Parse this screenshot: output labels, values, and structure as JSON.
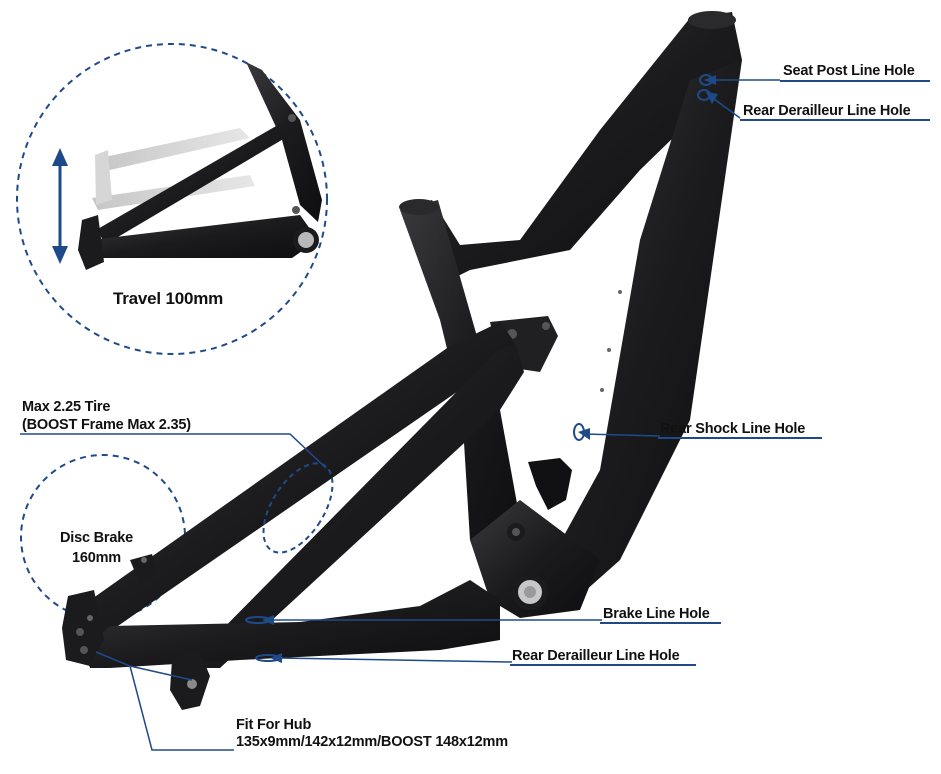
{
  "colors": {
    "frame": "#1b1b1d",
    "frame_highlight": "#3a3a3e",
    "leader_line": "#1f4a8a",
    "dashed_circle": "#1f4a8a",
    "travel_arrow": "#1f4a8a",
    "text": "#111111",
    "background": "#ffffff"
  },
  "icons": {
    "travel_arrow": "double-headed-vertical-arrow-icon",
    "bottom_bracket": "bottom-bracket-shell-icon",
    "cable_port": "cable-port-icon"
  },
  "callouts": {
    "seat_post_line_hole": "Seat Post Line Hole",
    "rear_derailleur_line_hole_top": "Rear Derailleur Line Hole",
    "rear_shock_line_hole": "Rear Shock Line Hole",
    "brake_line_hole": "Brake Line Hole",
    "rear_derailleur_line_hole_bottom": "Rear Derailleur Line Hole",
    "tire_line1": "Max 2.25 Tire",
    "tire_line2": "(BOOST Frame Max 2.35)",
    "disc_brake_line1": "Disc  Brake",
    "disc_brake_line2": "160mm",
    "hub_line1": "Fit For Hub",
    "hub_line2": "135x9mm/142x12mm/BOOST 148x12mm"
  },
  "inset": {
    "travel_label": "Travel 100mm"
  }
}
